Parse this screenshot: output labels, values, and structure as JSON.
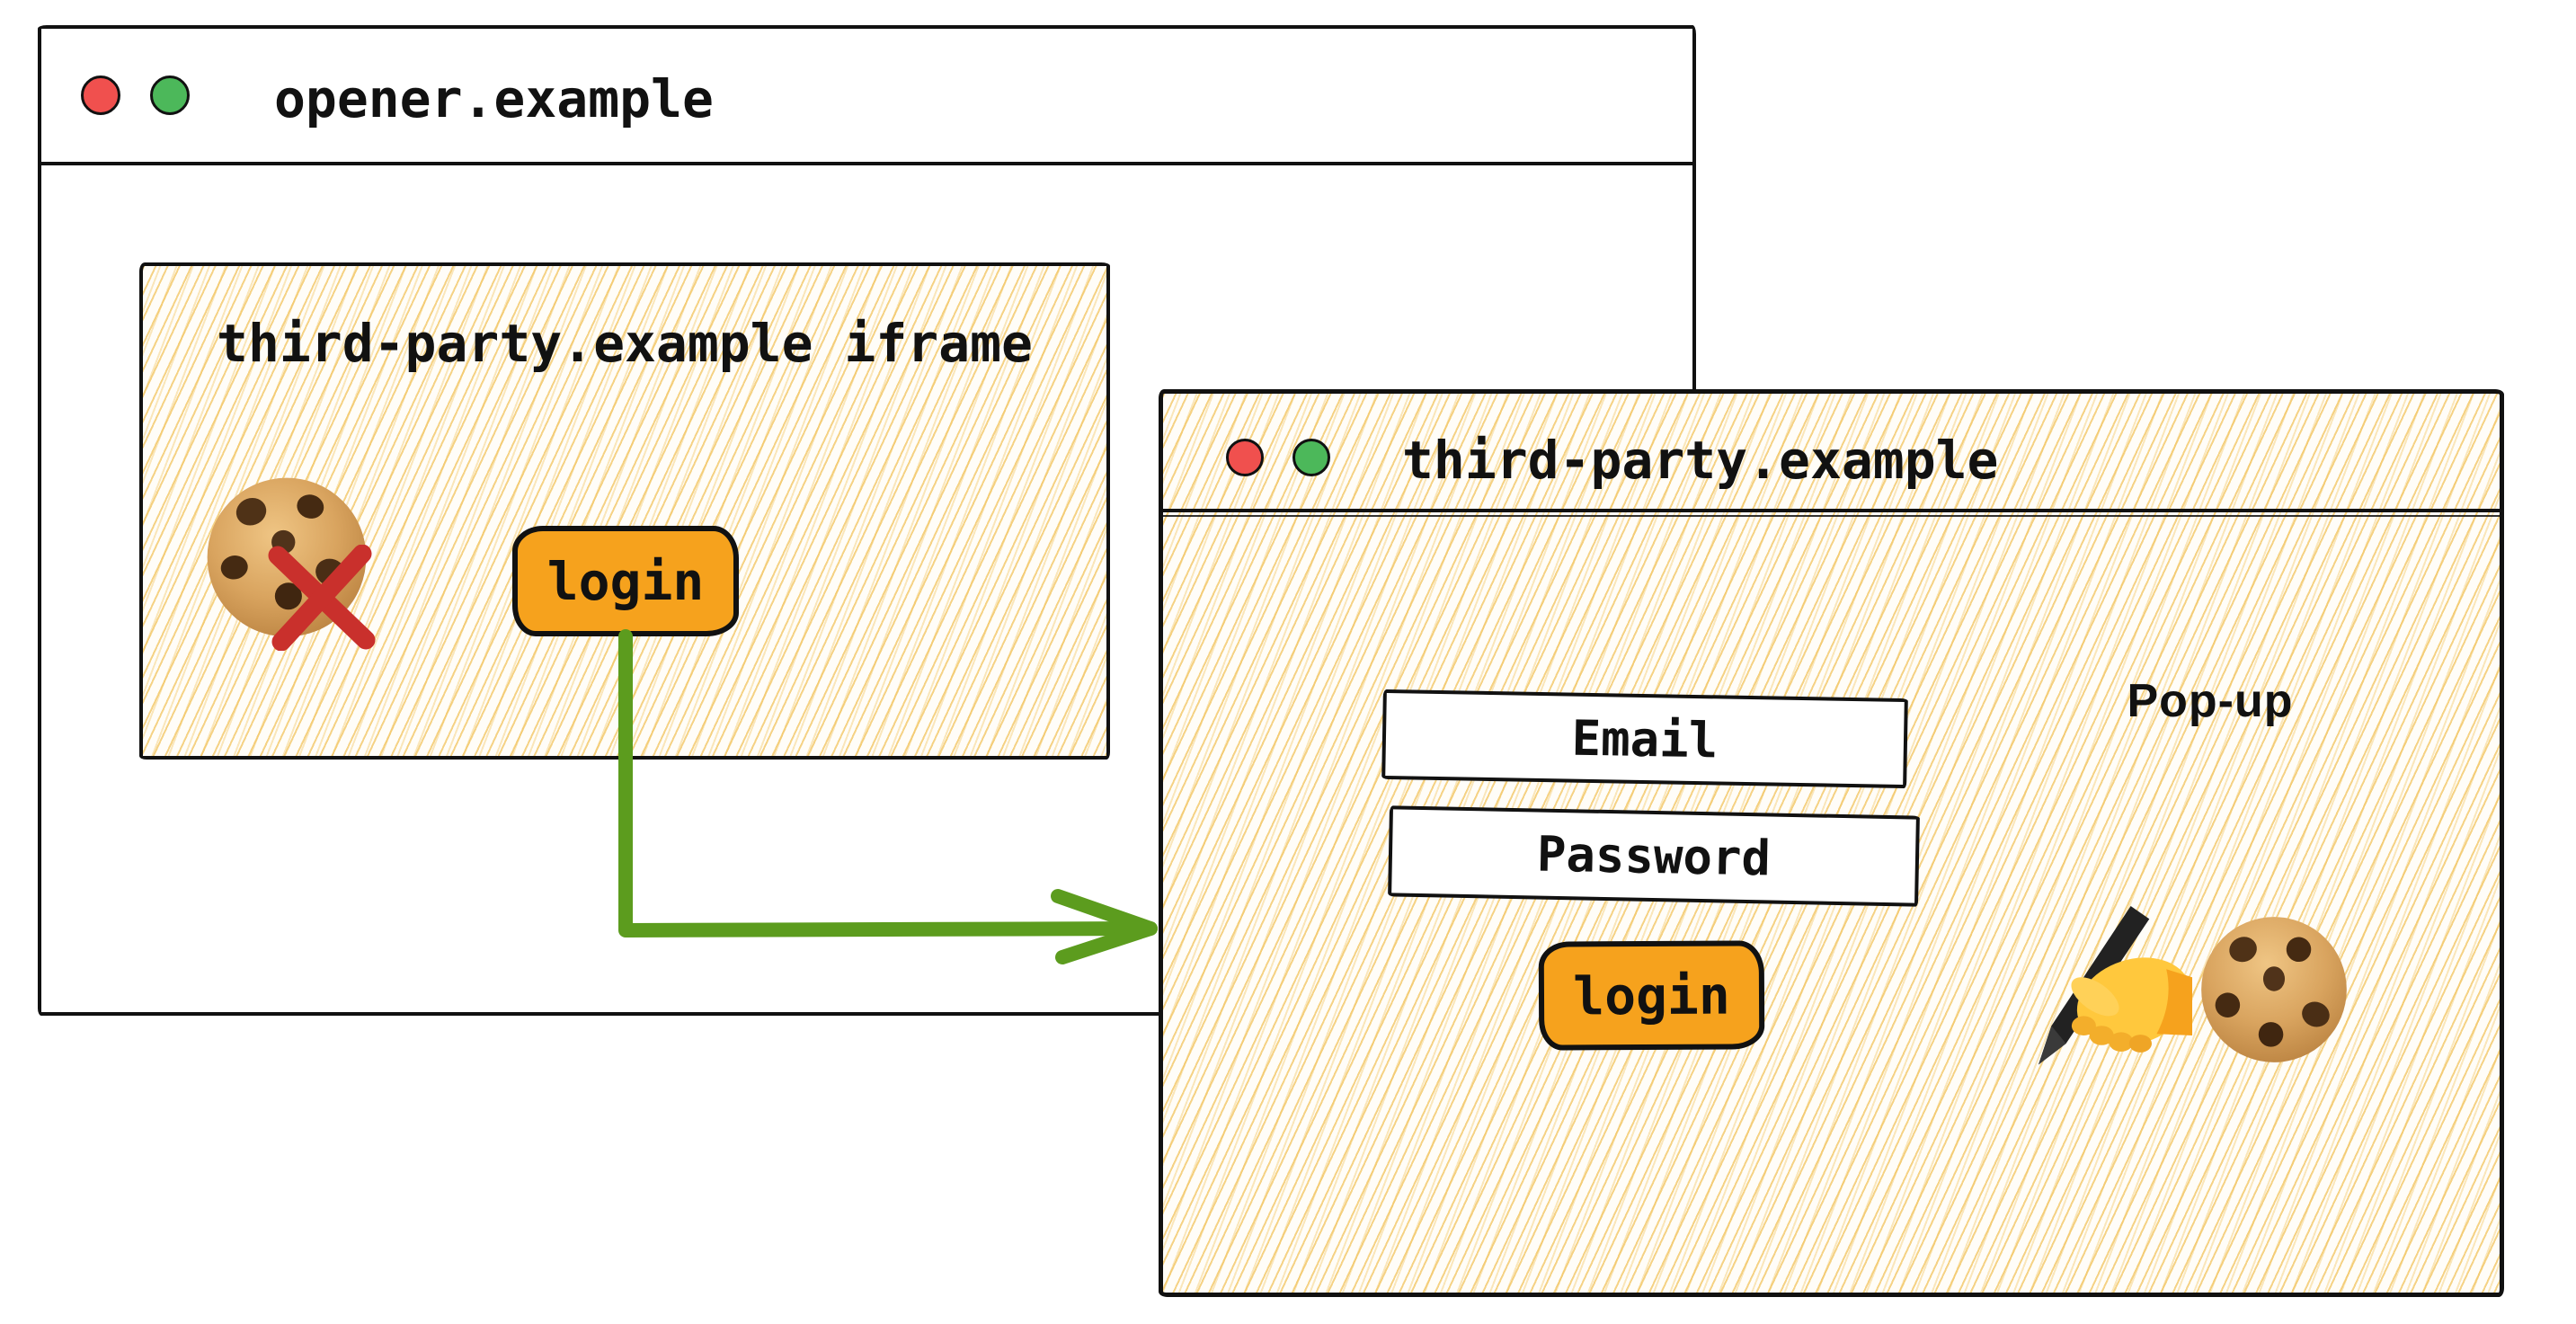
{
  "opener_window": {
    "title": "opener.example"
  },
  "iframe": {
    "title": "third-party.example iframe",
    "login_label": "login",
    "cookie_state": "blocked"
  },
  "popup_window": {
    "title": "third-party.example",
    "badge": "Pop-up",
    "email_placeholder": "Email",
    "password_placeholder": "Password",
    "login_label": "login"
  },
  "colors": {
    "accent-orange": "#F6A21D",
    "arrow-green": "#5C9C1E",
    "cross-red": "#C9302C",
    "traffic-red": "#F0504E",
    "traffic-green": "#4CB85A",
    "hatch-yellow": "#F2C45E",
    "ink": "#111111"
  }
}
